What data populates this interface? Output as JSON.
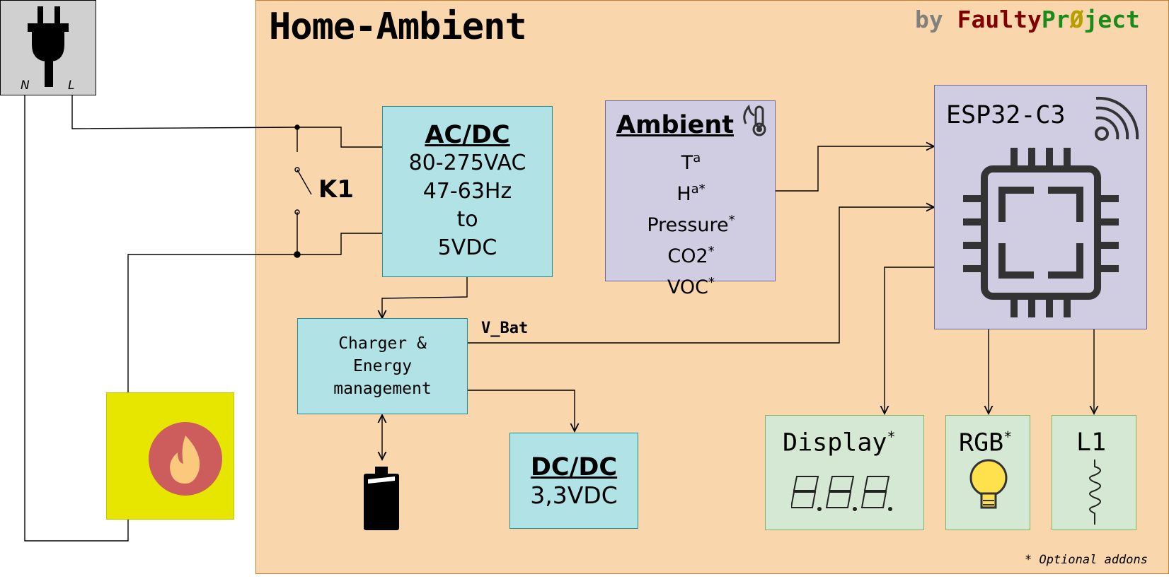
{
  "diagram": {
    "title": "Home-Ambient",
    "byline": {
      "by": "by ",
      "faulty": "Faulty",
      "pr": "Pr",
      "slash_o": "Ø",
      "ject": "ject"
    },
    "colors": {
      "by": "#808080",
      "faulty": "#800000",
      "project": "#1a8a1a"
    },
    "mains": {
      "n_label": "N",
      "l_label": "L",
      "icon": "power-plug-icon"
    },
    "relay": {
      "label": "K1"
    },
    "acdc": {
      "title": "AC/DC",
      "lines": [
        "80-275VAC",
        "47-63Hz",
        "to",
        "5VDC"
      ]
    },
    "charger": {
      "lines": [
        "Charger &",
        "Energy",
        "management"
      ]
    },
    "vbat_label": "V_Bat",
    "dcdc": {
      "title": "DC/DC",
      "value": "3,3VDC"
    },
    "battery": {
      "icon": "battery-icon"
    },
    "ambient": {
      "title": "Ambient",
      "icon": "thermometer-fire-icon",
      "sensors": [
        {
          "name": "T",
          "sup": "a"
        },
        {
          "name": "H",
          "sup": "a*"
        },
        {
          "name": "Pressure",
          "sup": "*"
        },
        {
          "name": "CO2",
          "sup": "*"
        },
        {
          "name": "VOC",
          "sup": "*"
        }
      ]
    },
    "mcu": {
      "title": "ESP32-C3",
      "icons": [
        "wifi-icon",
        "chip-icon"
      ]
    },
    "display": {
      "title": "Display",
      "sup": "*",
      "icon": "seven-segment-icon"
    },
    "rgb": {
      "title": "RGB",
      "sup": "*",
      "icon": "light-bulb-icon"
    },
    "l1": {
      "title": "L1",
      "icon": "inductor-coil-icon"
    },
    "heater": {
      "icons": [
        "resistor-icon",
        "flame-icon"
      ]
    },
    "footnote": "* Optional addons"
  }
}
